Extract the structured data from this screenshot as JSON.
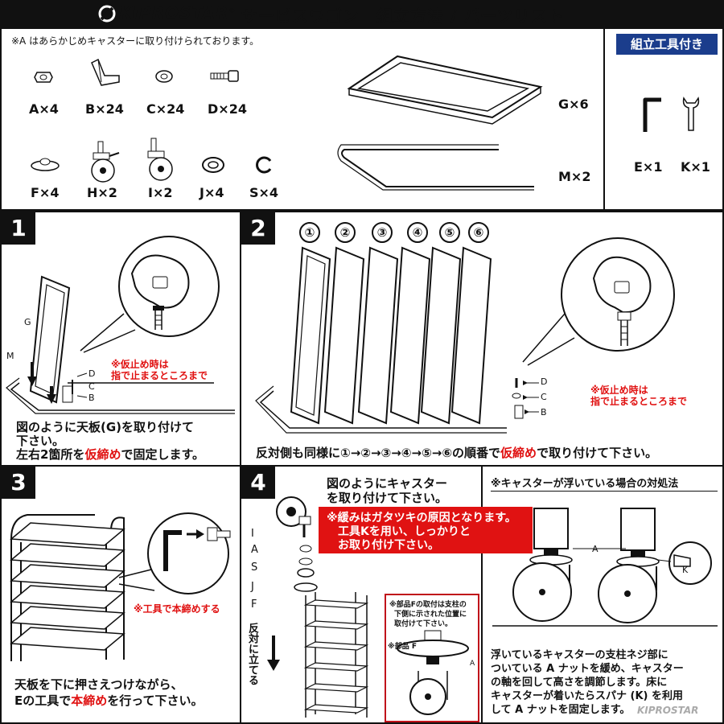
{
  "header": {
    "brand": "KIPROSTAR",
    "title": "サービスワゴン　組立方法 / パーツリスト"
  },
  "parts": {
    "note": "※A はあらかじめキャスターに取り付けられております。",
    "items_row1": [
      "A×4",
      "B×24",
      "C×24",
      "D×24"
    ],
    "items_row2": [
      "F×4",
      "H×2",
      "I×2",
      "J×4",
      "S×4"
    ],
    "g_label": "G×6",
    "m_label": "M×2"
  },
  "tools": {
    "badge": "組立工具付き",
    "e_label": "E×1",
    "k_label": "K×1"
  },
  "step1": {
    "number": "1",
    "label_g": "G",
    "label_m": "M",
    "label_d": "D",
    "label_c": "C",
    "label_b": "B",
    "note_line1": "※仮止め時は",
    "note_line2": "指で止まるところまで",
    "desc_line1": "図のように天板(G)を取り付けて",
    "desc_line2": "下さい。",
    "desc_line3_a": "左右2箇所を",
    "desc_line3_b": "仮締め",
    "desc_line3_c": "で固定します。"
  },
  "step2": {
    "number": "2",
    "circles": [
      "①",
      "②",
      "③",
      "④",
      "⑤",
      "⑥"
    ],
    "label_d": "D",
    "label_c": "C",
    "label_b": "B",
    "note_line1": "※仮止め時は",
    "note_line2": "指で止まるところまで",
    "desc_a": "反対側も同様に①→②→③→④→⑤→⑥の順番で",
    "desc_b": "仮締め",
    "desc_c": "で取り付けて下さい。"
  },
  "step3": {
    "number": "3",
    "note": "※工具で本締めする",
    "desc_line1": "天板を下に押さえつけながら、",
    "desc_line2_a": "Eの工具で",
    "desc_line2_b": "本締め",
    "desc_line2_c": "を行って下さい。"
  },
  "step4": {
    "number": "4",
    "desc_line1": "図のようにキャスター",
    "desc_line2": "を取り付けて下さい。",
    "warn_line1": "※緩みはガタツキの原因となります。",
    "warn_line2": "工具Kを用い、しっかりと",
    "warn_line3": "お取り付け下さい。",
    "labels": [
      "I",
      "A",
      "S",
      "J",
      "F"
    ],
    "side_text": "反対に立てる",
    "inset_line1": "※部品Fの取付は支柱の",
    "inset_line2": "下側に示された位置に",
    "inset_line3": "取付けて下さい。",
    "inset_label_f": "※部品 F",
    "inset_label_a": "A"
  },
  "fix": {
    "title": "※キャスターが浮いている場合の対処法",
    "label_a": "A",
    "label_k": "K",
    "desc_line1": "浮いているキャスターの支柱ネジ部に",
    "desc_line2": "ついている A ナットを緩め、キャスター",
    "desc_line3": "の軸を回して高さを調節します。床に",
    "desc_line4": "キャスターが着いたらスパナ (K) を利用",
    "desc_line5": "して A ナットを固定します。",
    "watermark": "KIPROSTAR"
  }
}
